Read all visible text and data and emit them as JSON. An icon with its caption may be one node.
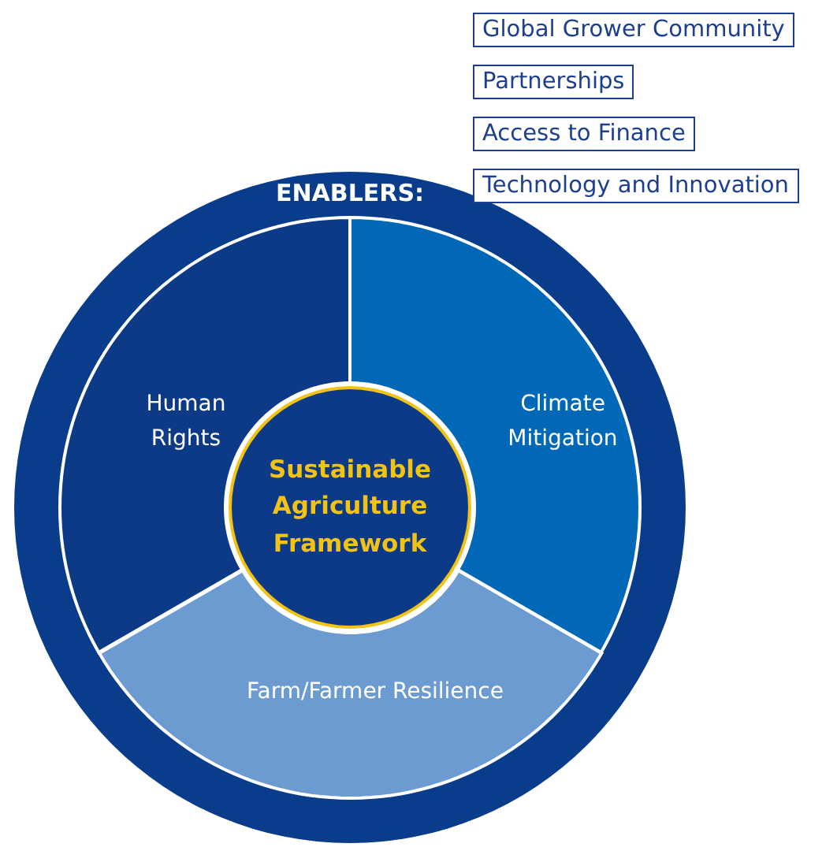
{
  "diagram": {
    "nodes": [
      {
        "text": [
          "Global Grower Community"
        ]
      },
      {
        "text": [
          "Partnerships"
        ]
      },
      {
        "text": [
          "Access to Finance"
        ]
      },
      {
        "text": [
          "Technology and Innovation"
        ]
      },
      {
        "text": [
          "ENABLERS:"
        ]
      },
      {
        "text": [
          "Human Rights"
        ],
        "in": 4
      },
      {
        "text": [
          "Climate Mitigation"
        ],
        "in": 4
      },
      {
        "text": [
          "Sustainable Agriculture Framework"
        ],
        "in": 4
      },
      {
        "text": [
          "Farm/Farmer Resilience"
        ],
        "in": 4
      }
    ]
  }
}
